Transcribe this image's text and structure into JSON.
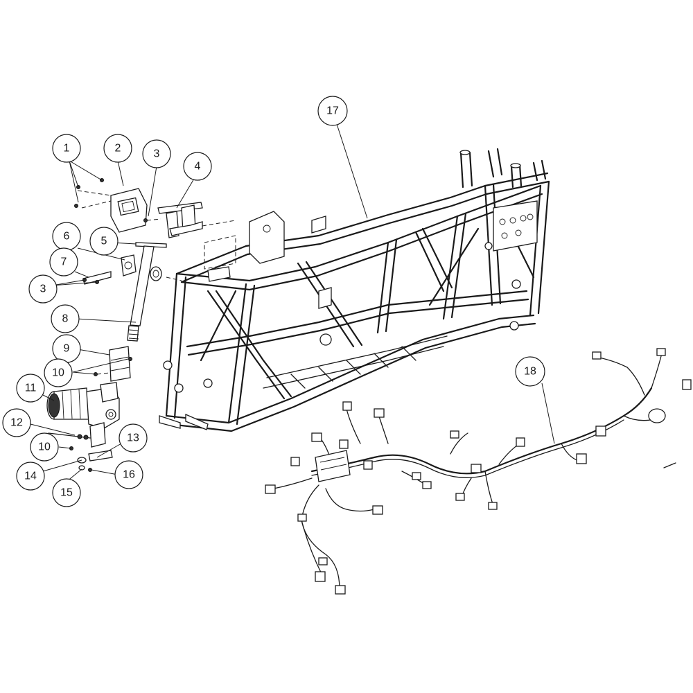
{
  "diagram": {
    "callouts": [
      {
        "id": "c1",
        "label": "1"
      },
      {
        "id": "c2",
        "label": "2"
      },
      {
        "id": "c3a",
        "label": "3"
      },
      {
        "id": "c4",
        "label": "4"
      },
      {
        "id": "c5",
        "label": "5"
      },
      {
        "id": "c6",
        "label": "6"
      },
      {
        "id": "c7",
        "label": "7"
      },
      {
        "id": "c3b",
        "label": "3"
      },
      {
        "id": "c8",
        "label": "8"
      },
      {
        "id": "c9",
        "label": "9"
      },
      {
        "id": "c10a",
        "label": "10"
      },
      {
        "id": "c11",
        "label": "11"
      },
      {
        "id": "c12",
        "label": "12"
      },
      {
        "id": "c13",
        "label": "13"
      },
      {
        "id": "c10b",
        "label": "10"
      },
      {
        "id": "c14",
        "label": "14"
      },
      {
        "id": "c16",
        "label": "16"
      },
      {
        "id": "c15",
        "label": "15"
      },
      {
        "id": "c17",
        "label": "17"
      },
      {
        "id": "c18",
        "label": "18"
      }
    ],
    "parts": {
      "frame": "frame",
      "wiring_harness": "wiring-harness",
      "steering_shaft": "steering-shaft",
      "power_steering_motor": "power-steering-motor",
      "control_module": "control-module",
      "mount_bracket": "mount-bracket"
    }
  }
}
